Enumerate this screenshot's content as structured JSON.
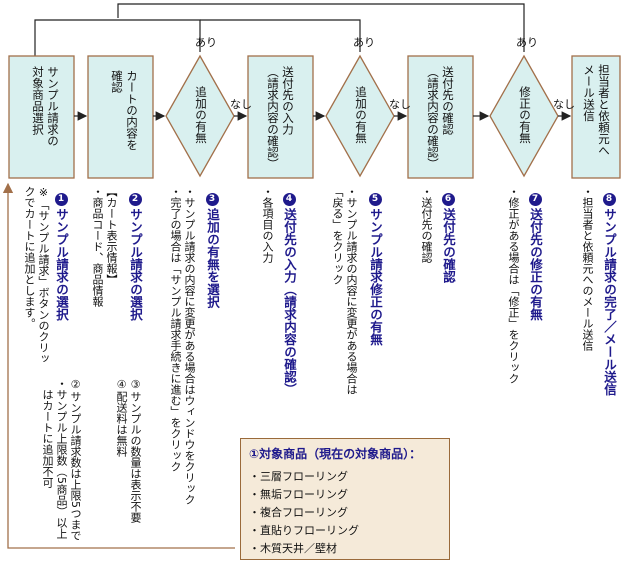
{
  "nodes": {
    "select": "サンプル請求の\n対象商品選択",
    "cart": "カートの内容を\n確認",
    "add": "追加の有無",
    "input": "送付先の入力\n（請求内容の確認）",
    "mod": "追加の有無",
    "confirm": "送付先の確認\n（請求内容の確認）",
    "fix": "修正の有無",
    "staff": "担当者と依頼元へ\nメール送信"
  },
  "branch_yes": "あり",
  "branch_no": "なし",
  "steps": [
    {
      "num": "1",
      "title": "サンプル請求の選択",
      "desc": "※「サンプル請求」ボタンのクリッ\nクでカートに追加とします。"
    },
    {
      "num": "2",
      "title": "サンプル請求の選択",
      "desc": "【カート表示情報】\n・商品コード、商品情報"
    },
    {
      "num": "3",
      "title": "追加の有無を選択",
      "desc": "・サンプル請求の内容に変更がある場合はウィンドウをクリック\n・完了の場合は「サンプル請求手続きに進む」をクリック"
    },
    {
      "num": "4",
      "title": "送付先の入力（請求内容の確認）",
      "desc": "・各項目の入力"
    },
    {
      "num": "5",
      "title": "サンプル請求修正の有無",
      "desc": "・サンプル請求の内容に変更がある場合は\n「戻る」をクリック"
    },
    {
      "num": "6",
      "title": "送付先の確認",
      "desc": "・送付先の確認"
    },
    {
      "num": "7",
      "title": "送付先の修正の有無",
      "desc": "・修正がある場合は「修正」をクリック"
    },
    {
      "num": "8",
      "title": "サンプル請求の完了／メール送信",
      "desc": "・担当者と依頼元へのメール送信"
    }
  ],
  "notes": {
    "n2": "②サンプル請求数は上限5つまで\n・サンプル上限数（5商品）以上\n　はカートに追加不可",
    "n3": "③サンプルの数量は表示不要\n④配送料は無料"
  },
  "products": {
    "title": "①対象商品（現在の対象商品）：",
    "items": [
      "・三層フローリング",
      "・無垢フローリング",
      "・複合フローリング",
      "・直貼りフローリング",
      "・木質天井／壁材"
    ]
  },
  "colors": {
    "box_fill": "#d9f0ef",
    "box_stroke": "#a2704a",
    "arrow": "#222222",
    "accent": "#1f1a8c",
    "note_fill": "#f5ead9"
  }
}
